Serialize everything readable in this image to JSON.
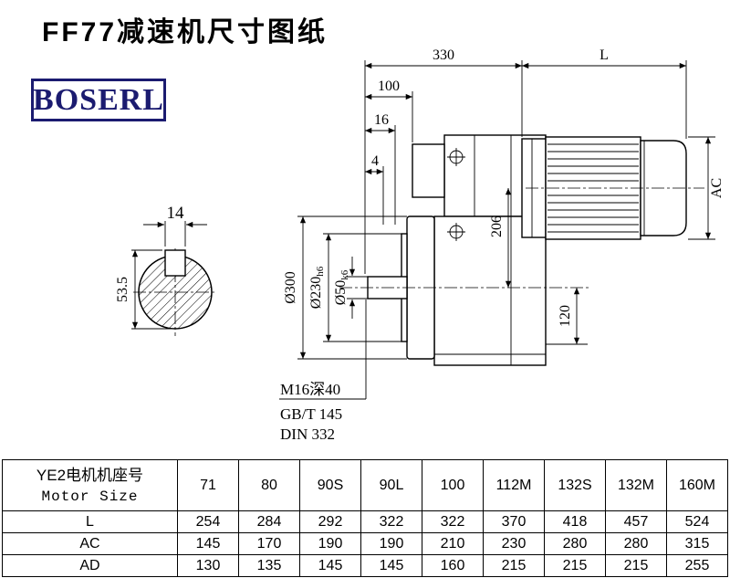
{
  "page": {
    "title": "FF77减速机尺寸图纸",
    "brand": "BOSERL"
  },
  "drawing": {
    "dims": {
      "w330": "330",
      "L": "L",
      "w100": "100",
      "w16": "16",
      "w4": "4",
      "ac": "AC",
      "k14": "14",
      "h535": "53.5",
      "v206": "206",
      "v120": "120",
      "dia300": "Ø300",
      "dia230_main": "Ø230",
      "dia230_suffix": "h6",
      "dia50_main": "Ø50",
      "dia50_suffix": "k6"
    },
    "notes": {
      "tap": "M16深40",
      "gb": "GB/T 145",
      "din": "DIN 332"
    }
  },
  "table": {
    "header": {
      "line1": "YE2电机机座号",
      "line2": "Motor Size"
    },
    "sizes": [
      "71",
      "80",
      "90S",
      "90L",
      "100",
      "112M",
      "132S",
      "132M",
      "160M"
    ],
    "rows": [
      {
        "label": "L",
        "values": [
          "254",
          "284",
          "292",
          "322",
          "322",
          "370",
          "418",
          "457",
          "524"
        ]
      },
      {
        "label": "AC",
        "values": [
          "145",
          "170",
          "190",
          "190",
          "210",
          "230",
          "280",
          "280",
          "315"
        ]
      },
      {
        "label": "AD",
        "values": [
          "130",
          "135",
          "145",
          "145",
          "160",
          "215",
          "215",
          "215",
          "255"
        ]
      }
    ]
  }
}
